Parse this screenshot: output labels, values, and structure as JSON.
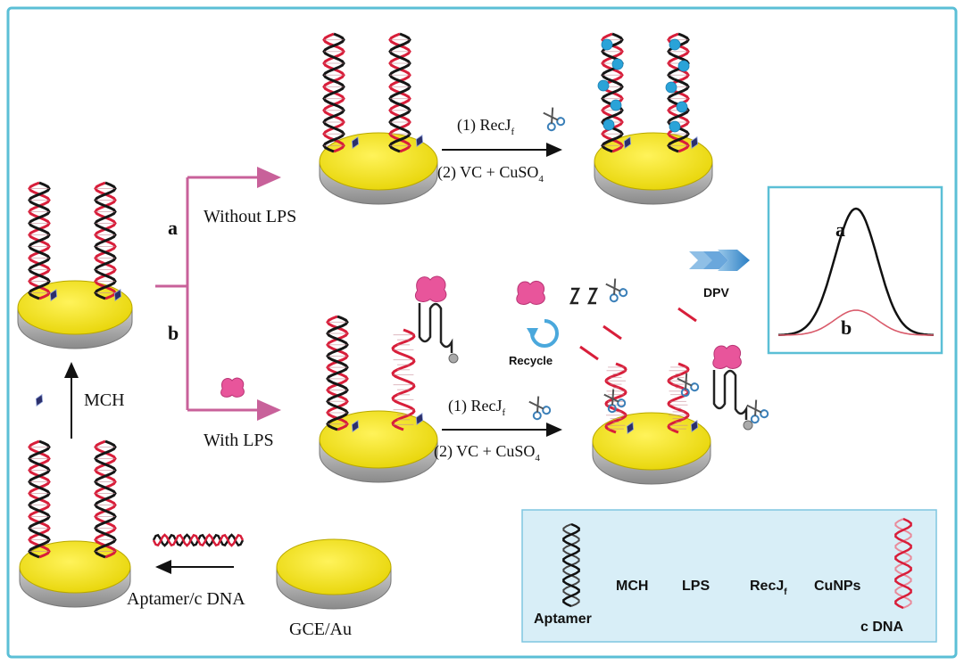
{
  "branches": {
    "a_letter": "a",
    "a_label": "Without LPS",
    "b_letter": "b",
    "b_label": "With LPS"
  },
  "steps": {
    "mch": "MCH",
    "aptamer_cdna": "Aptamer/c DNA",
    "gce_au": "GCE/Au"
  },
  "reaction_top": {
    "step1": "(1) RecJ",
    "step1_sub": "f",
    "step2_prefix": "(2)  VC  + CuSO",
    "step2_sub": "4"
  },
  "reaction_bottom": {
    "step1": "(1) RecJ",
    "step1_sub": "f",
    "step2_prefix": "(2)  VC  + CuSO",
    "step2_sub": "4"
  },
  "recycle_label": "Recycle",
  "dpv_label": "DPV",
  "dpv_chart": {
    "curve_a_label": "a",
    "curve_b_label": "b",
    "curve_a_color": "#111111",
    "curve_b_color": "#d95b6b"
  },
  "legend": {
    "aptamer": "Aptamer",
    "mch": "MCH",
    "lps": "LPS",
    "recjf": "RecJ",
    "recjf_sub": "f",
    "cunps": "CuNPs",
    "cdna": "c DNA"
  },
  "colors": {
    "frame": "#5bbfd6",
    "arrow_pink": "#c8619a",
    "electrode_gold": "#f4e600",
    "lps_pink": "#e8559b",
    "dna_red": "#d81e3a",
    "dna_black": "#161616",
    "cunp_blue": "#2aa3d8",
    "legend_bg": "#d8eef7"
  }
}
